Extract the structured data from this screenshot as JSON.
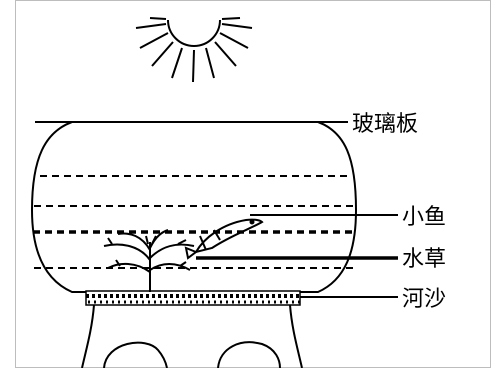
{
  "labels": {
    "glass_plate": "玻璃板",
    "small_fish": "小鱼",
    "water_plant": "水草",
    "river_sand": "河沙"
  },
  "icons": {
    "sun": "sun-icon",
    "fish": "fish-icon",
    "plant": "water-plant-icon"
  },
  "colors": {
    "line": "#000000",
    "background": "#ffffff",
    "frame": "#bdbdbd"
  }
}
